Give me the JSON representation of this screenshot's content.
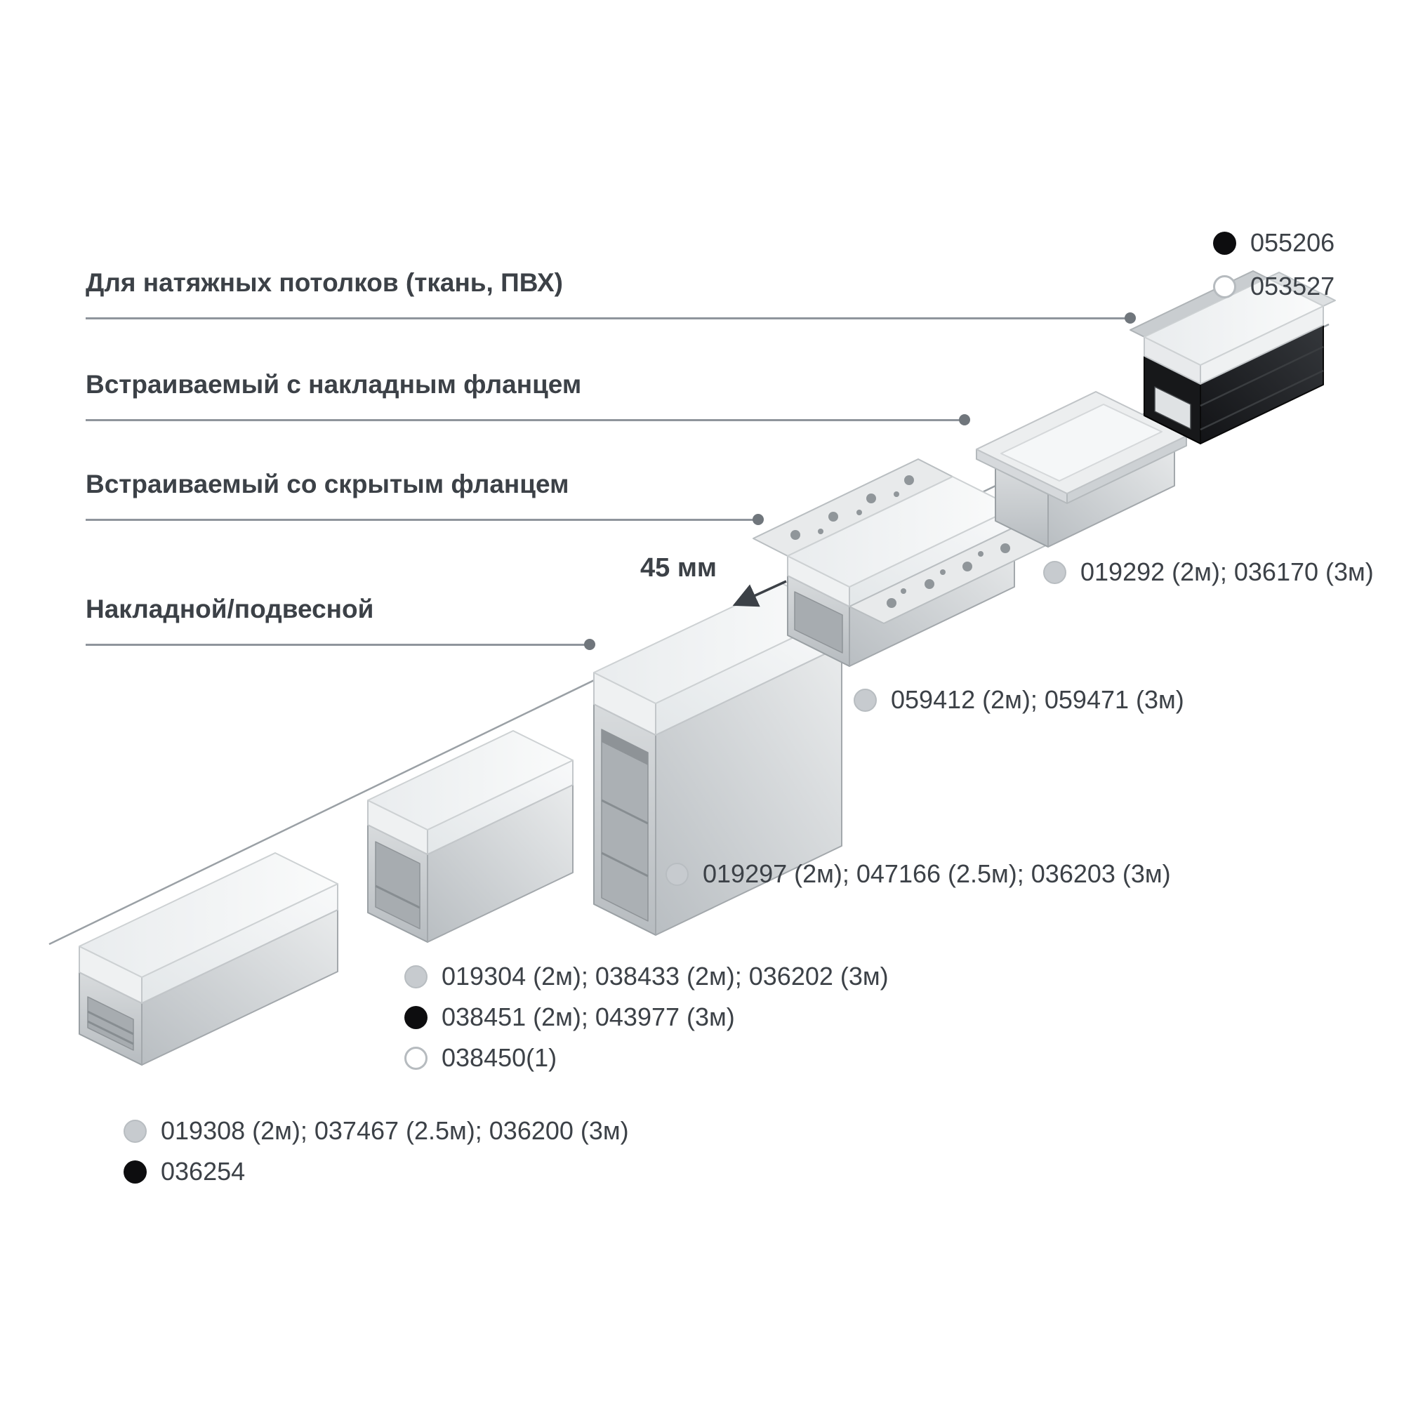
{
  "page": {
    "background": "#ffffff"
  },
  "colors": {
    "text": "#3c4147",
    "leader_line": "#8f959c",
    "guide_line": "#9aa0a5",
    "dot_gray": "#c7cbcf",
    "dot_black": "#0d0d0f",
    "dot_white_border": "#b6bbbf",
    "aluminum_light": "#e6e8ea",
    "aluminum_dark": "#b7bcc0",
    "black_profile": "#17181a"
  },
  "legend": {
    "items": [
      {
        "dot": "black",
        "code": "055206"
      },
      {
        "dot": "white",
        "code": "053527"
      }
    ]
  },
  "categories": [
    {
      "label": "Для натяжных потолков (ткань, ПВХ)"
    },
    {
      "label": "Встраиваемый с накладным фланцем"
    },
    {
      "label": "Встраиваемый со скрытым фланцем"
    },
    {
      "label": "Накладной/подвесной"
    }
  ],
  "dimension": {
    "label": "45 мм"
  },
  "product_rows": [
    {
      "dot": "gray",
      "codes": "019292 (2м); 036170 (3м)"
    },
    {
      "dot": "gray",
      "codes": "059412 (2м); 059471 (3м)"
    },
    {
      "dot": "gray",
      "codes": "019297 (2м); 047166 (2.5м); 036203 (3м)"
    },
    {
      "dot": "gray",
      "codes": "019304 (2м); 038433 (2м); 036202 (3м)"
    },
    {
      "dot": "black",
      "codes": "038451 (2м); 043977 (3м)"
    },
    {
      "dot": "white",
      "codes": "038450(1)"
    },
    {
      "dot": "gray",
      "codes": "019308 (2м); 037467 (2.5м); 036200 (3м)"
    },
    {
      "dot": "black",
      "codes": "036254"
    }
  ],
  "figures": [
    {
      "name": "surface-mounted-profile-low"
    },
    {
      "name": "surface-mounted-profile-medium"
    },
    {
      "name": "surface-mounted-profile-large"
    },
    {
      "name": "recessed-profile-hidden-flange"
    },
    {
      "name": "recessed-profile-surface-flange"
    },
    {
      "name": "stretch-ceiling-profile"
    }
  ]
}
